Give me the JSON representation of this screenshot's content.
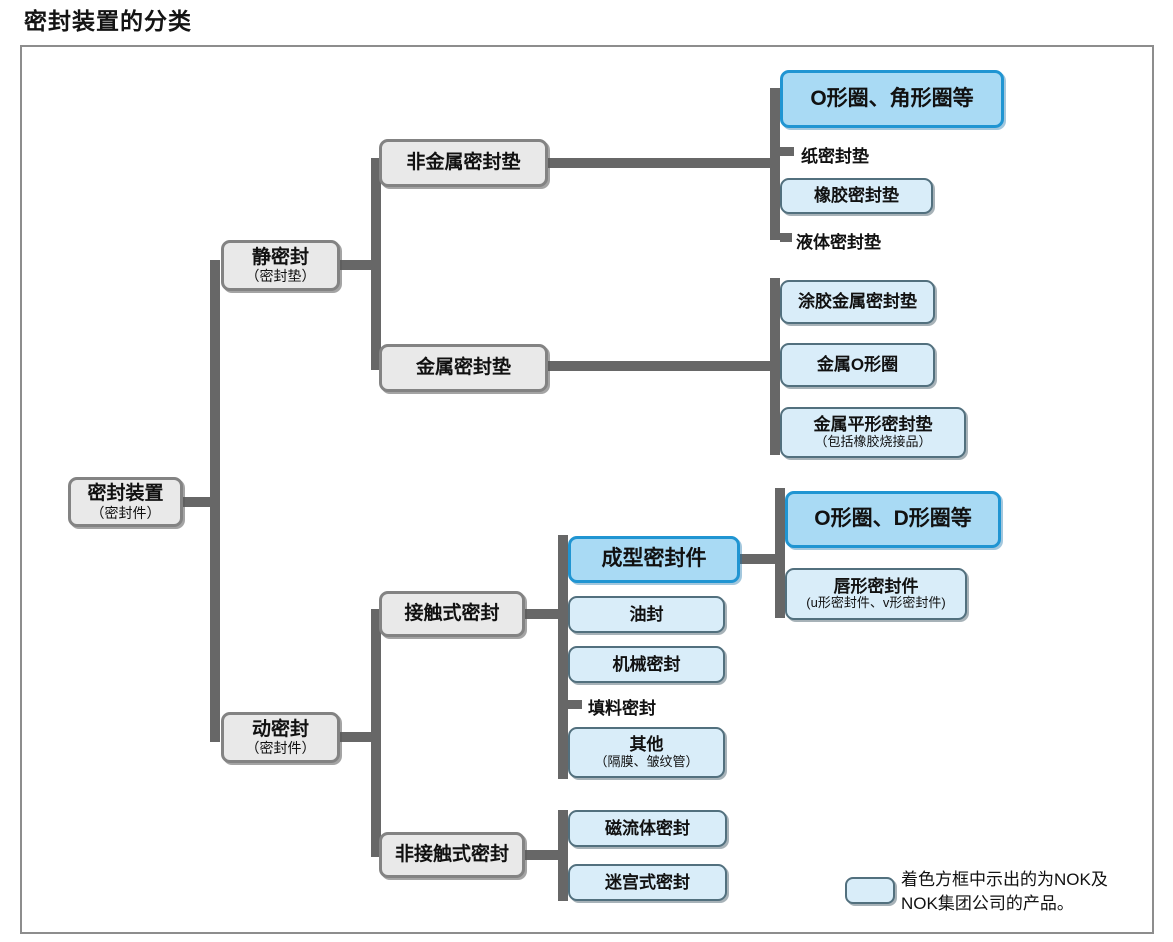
{
  "title": "密封装置的分类",
  "colors": {
    "highlight_fill": "#a9daf4",
    "highlight_border": "#2095d2",
    "product_fill": "#d9edf9",
    "product_border": "#52707e",
    "category_fill": "#e9e9e9",
    "category_border": "#838383",
    "connector": "#676767",
    "frame_border": "#8d8d8d"
  },
  "nodes": {
    "root": {
      "label": "密封装置",
      "sub": "（密封件）"
    },
    "static_seal": {
      "label": "静密封",
      "sub": "（密封垫）"
    },
    "dynamic_seal": {
      "label": "动密封",
      "sub": "（密封件）"
    },
    "nonmetal_gasket": {
      "label": "非金属密封垫"
    },
    "metal_gasket": {
      "label": "金属密封垫"
    },
    "contact_seal": {
      "label": "接触式密封"
    },
    "noncontact_seal": {
      "label": "非接触式密封"
    },
    "oring_corner_ring": {
      "label": "O形圈、角形圈等"
    },
    "paper_gasket": {
      "label": "纸密封垫"
    },
    "rubber_gasket": {
      "label": "橡胶密封垫"
    },
    "liquid_gasket": {
      "label": "液体密封垫"
    },
    "coated_metal_gasket": {
      "label": "涂胶金属密封垫"
    },
    "metal_oring": {
      "label": "金属O形圈"
    },
    "metal_flat_gasket": {
      "label": "金属平形密封垫",
      "sub": "（包括橡胶烧接品）"
    },
    "molded_seal": {
      "label": "成型密封件"
    },
    "oil_seal": {
      "label": "油封"
    },
    "mechanical_seal": {
      "label": "机械密封"
    },
    "packing_seal": {
      "label": "填料密封"
    },
    "other_seal": {
      "label": "其他",
      "sub": "（隔膜、皱纹管）"
    },
    "oring_dring": {
      "label": "O形圈、D形圈等"
    },
    "lip_seal": {
      "label": "唇形密封件",
      "sub": "(u形密封件、v形密封件)"
    },
    "magnetic_fluid_seal": {
      "label": "磁流体密封"
    },
    "labyrinth_seal": {
      "label": "迷宫式密封"
    }
  },
  "legend": {
    "line1": "着色方框中示出的为NOK及",
    "line2": "NOK集团公司的产品。"
  }
}
